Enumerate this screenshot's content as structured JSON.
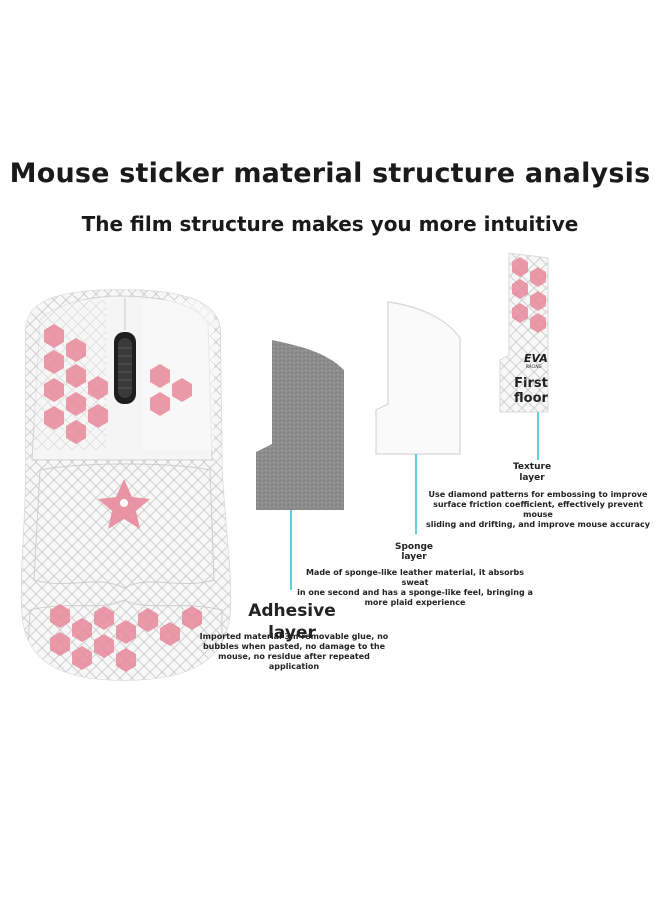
{
  "title": "Mouse sticker material structure analysis",
  "subtitle": "The film structure makes you more intuitive",
  "layers": {
    "first_floor": {
      "label_line1": "First",
      "label_line2": "floor",
      "logo_text": "EVA",
      "logo_sub": "RACING"
    },
    "texture": {
      "label_line1": "Texture",
      "label_line2": "layer",
      "desc_line1": "Use diamond patterns for embossing to improve",
      "desc_line2": "surface friction coefficient, effectively prevent mouse",
      "desc_line3": "sliding and drifting, and improve mouse accuracy"
    },
    "sponge": {
      "label_line1": "Sponge",
      "label_line2": "layer",
      "desc_line1": "Made of sponge-like leather material, it absorbs sweat",
      "desc_line2": "in one second and has a sponge-like feel, bringing a",
      "desc_line3": "more plaid experience"
    },
    "adhesive": {
      "label": "Adhesive layer",
      "desc_line1": "Imported material 3m removable glue, no",
      "desc_line2": "bubbles when pasted, no damage to the",
      "desc_line3": "mouse, no residue after repeated application"
    }
  },
  "colors": {
    "accent_line": "#5fd0e0",
    "pink": "#e8899c",
    "sponge_gray": "#8c8c8c"
  }
}
